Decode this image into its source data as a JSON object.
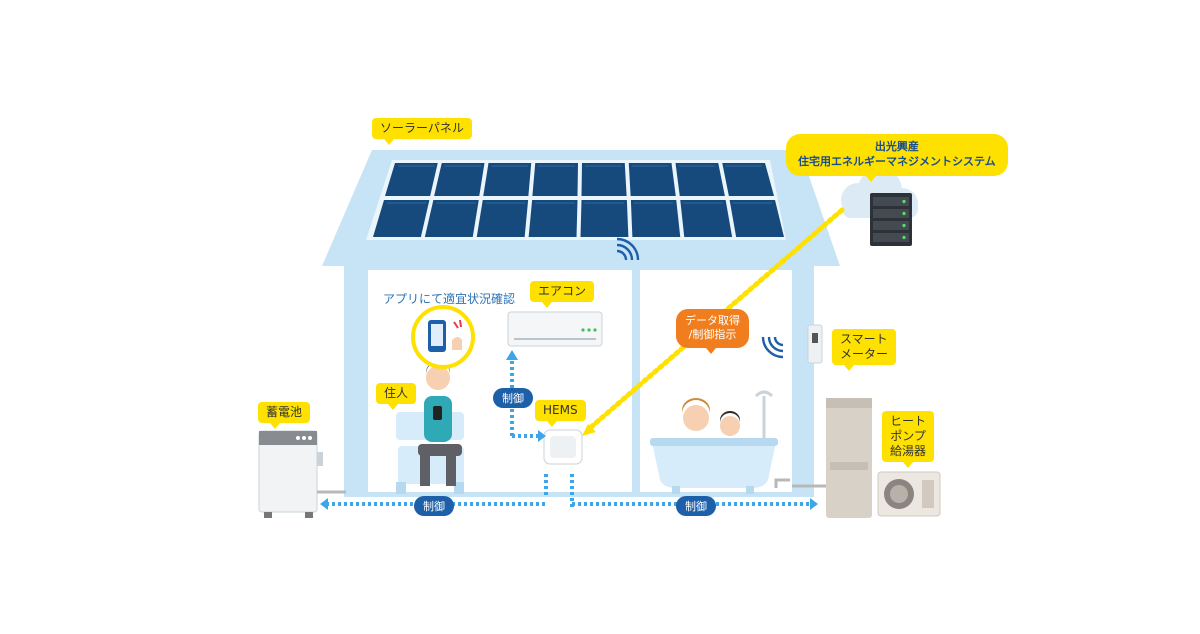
{
  "labels": {
    "solar_panel": "ソーラーパネル",
    "app_check": "アプリにて適宜状況確認",
    "aircon": "エアコン",
    "resident": "住人",
    "hems": "HEMS",
    "storage_battery": "蓄電池",
    "smart_meter": [
      "スマート",
      "メーター"
    ],
    "heat_pump": [
      "ヒート",
      "ポンプ",
      "給湯器"
    ],
    "data_acquire": [
      "データ取得",
      "/制御指示"
    ],
    "cloud_company": "出光興産",
    "cloud_system": "住宅用エネルギーマネジメントシステム"
  },
  "control_labels": {
    "vertical": "制御",
    "bottom_left": "制御",
    "bottom_right": "制御"
  },
  "colors": {
    "house": "#c7e3f6",
    "solar": "#164a7d",
    "accent_yellow": "#ffe100",
    "control_blue": "#1d5fa8",
    "data_orange": "#f07d1e",
    "wire_blue": "#3ea6e8"
  },
  "icons": [
    "smartphone-icon",
    "server-icon",
    "cloud-icon",
    "wifi-signal-icon"
  ]
}
